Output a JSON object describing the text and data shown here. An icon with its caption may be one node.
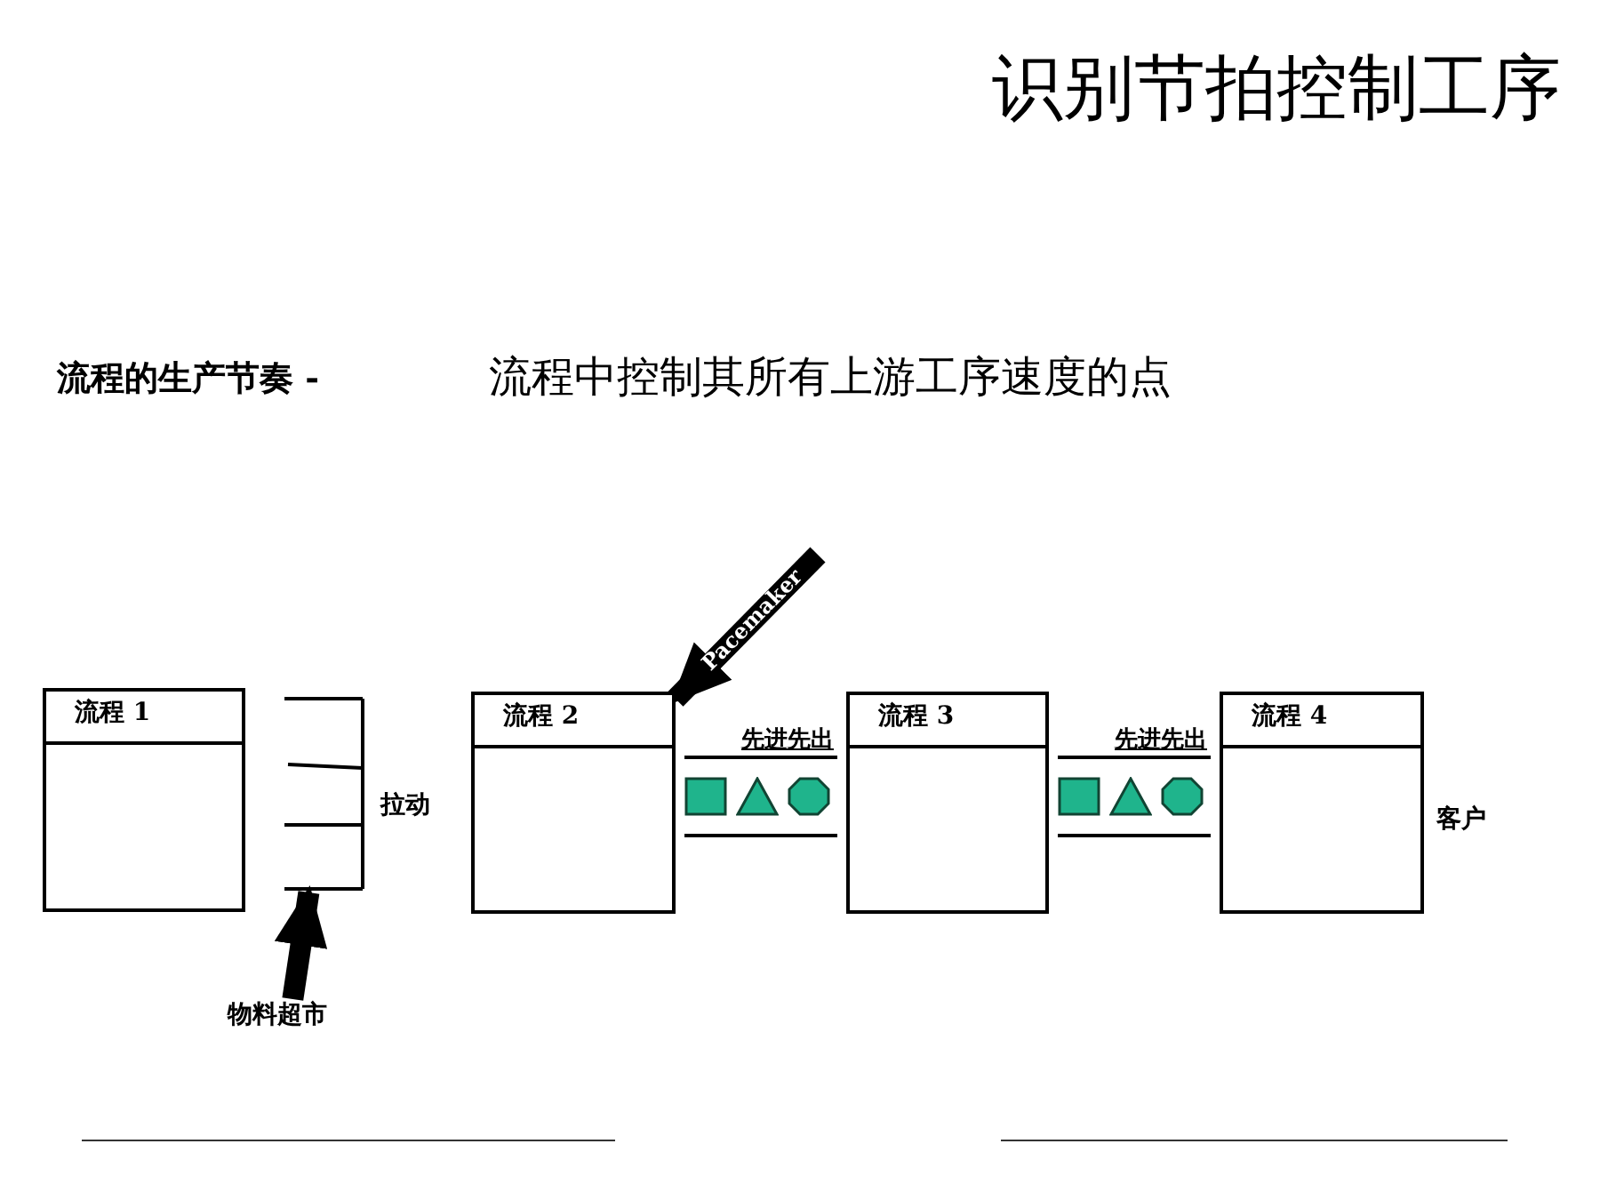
{
  "diagram": {
    "title": "识别节拍控制工序",
    "nodes": [
      {
        "text": [
          "流程 1"
        ]
      },
      {
        "text": [],
        "shape": "box"
      },
      {
        "text": [
          "物料超市"
        ]
      },
      {
        "text": [
          "流程 2"
        ]
      },
      {
        "text": [
          "先进先出"
        ]
      },
      {
        "text": [
          "流程 3"
        ]
      },
      {
        "text": [
          "先进先出"
        ]
      },
      {
        "text": [
          "流程 4"
        ]
      }
    ],
    "edges": [
      {
        "from": null,
        "to": 3,
        "arrow": "to",
        "label": "Pacemaker"
      },
      {
        "from": 2,
        "to": 1,
        "arrow": "to"
      }
    ],
    "labels": [
      "流程的生产节奏 -",
      "流程中控制其所有上游工序速度的点",
      "拉动",
      "客户"
    ]
  }
}
